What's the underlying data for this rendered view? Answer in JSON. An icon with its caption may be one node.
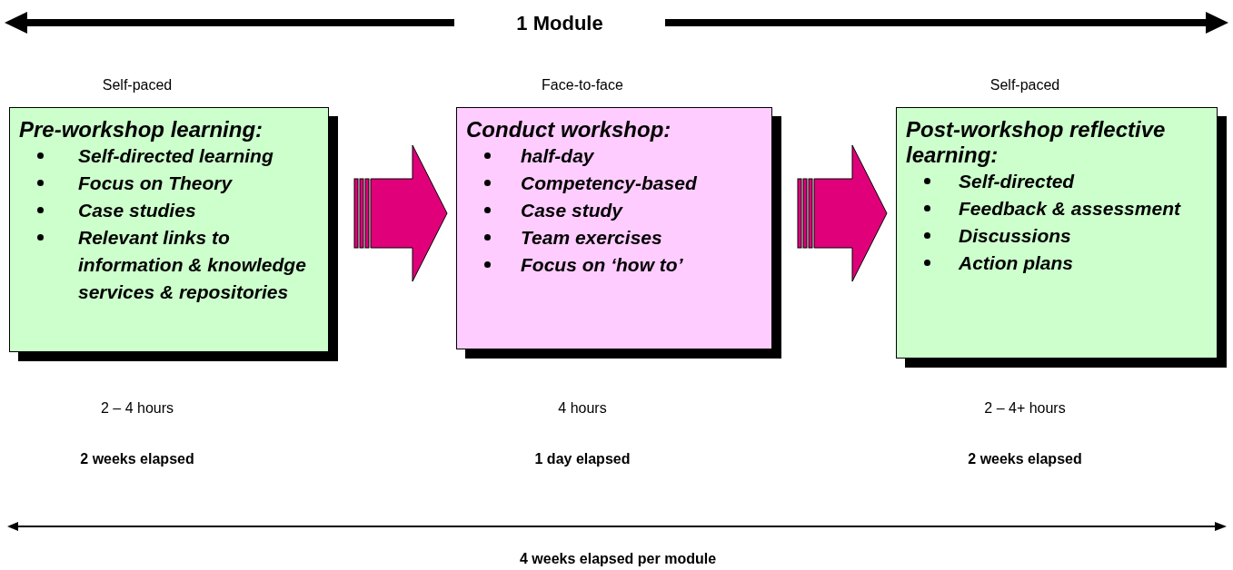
{
  "diagram": {
    "nodes": [
      {
        "text": [
          "Pre-workshop learning:",
          "Self-directed learning",
          "Focus on Theory",
          "Case studies",
          "Relevant links to information & knowledge services & repositories"
        ],
        "beside": [
          "Self-paced",
          "2 – 4 hours",
          "2 weeks elapsed"
        ]
      },
      {
        "text": [
          "Conduct workshop:",
          "half-day",
          "Competency-based",
          "Case study",
          "Team exercises",
          "Focus on ‘how to’"
        ],
        "beside": [
          "Face-to-face",
          "4 hours",
          "1 day elapsed"
        ]
      },
      {
        "text": [
          "Post-workshop reflective learning:",
          "Self-directed",
          "Feedback & assessment",
          "Discussions",
          "Action plans"
        ],
        "beside": [
          "Self-paced",
          "2 – 4+ hours",
          "2 weeks elapsed"
        ]
      }
    ],
    "edges": [
      {
        "from": 0,
        "to": 1,
        "arrow": "to",
        "style": "thick",
        "color": "#e0007a"
      },
      {
        "from": 1,
        "to": 2,
        "arrow": "to",
        "style": "thick",
        "color": "#e0007a"
      }
    ],
    "labels": [
      "1 Module",
      "4 weeks elapsed per module"
    ]
  }
}
